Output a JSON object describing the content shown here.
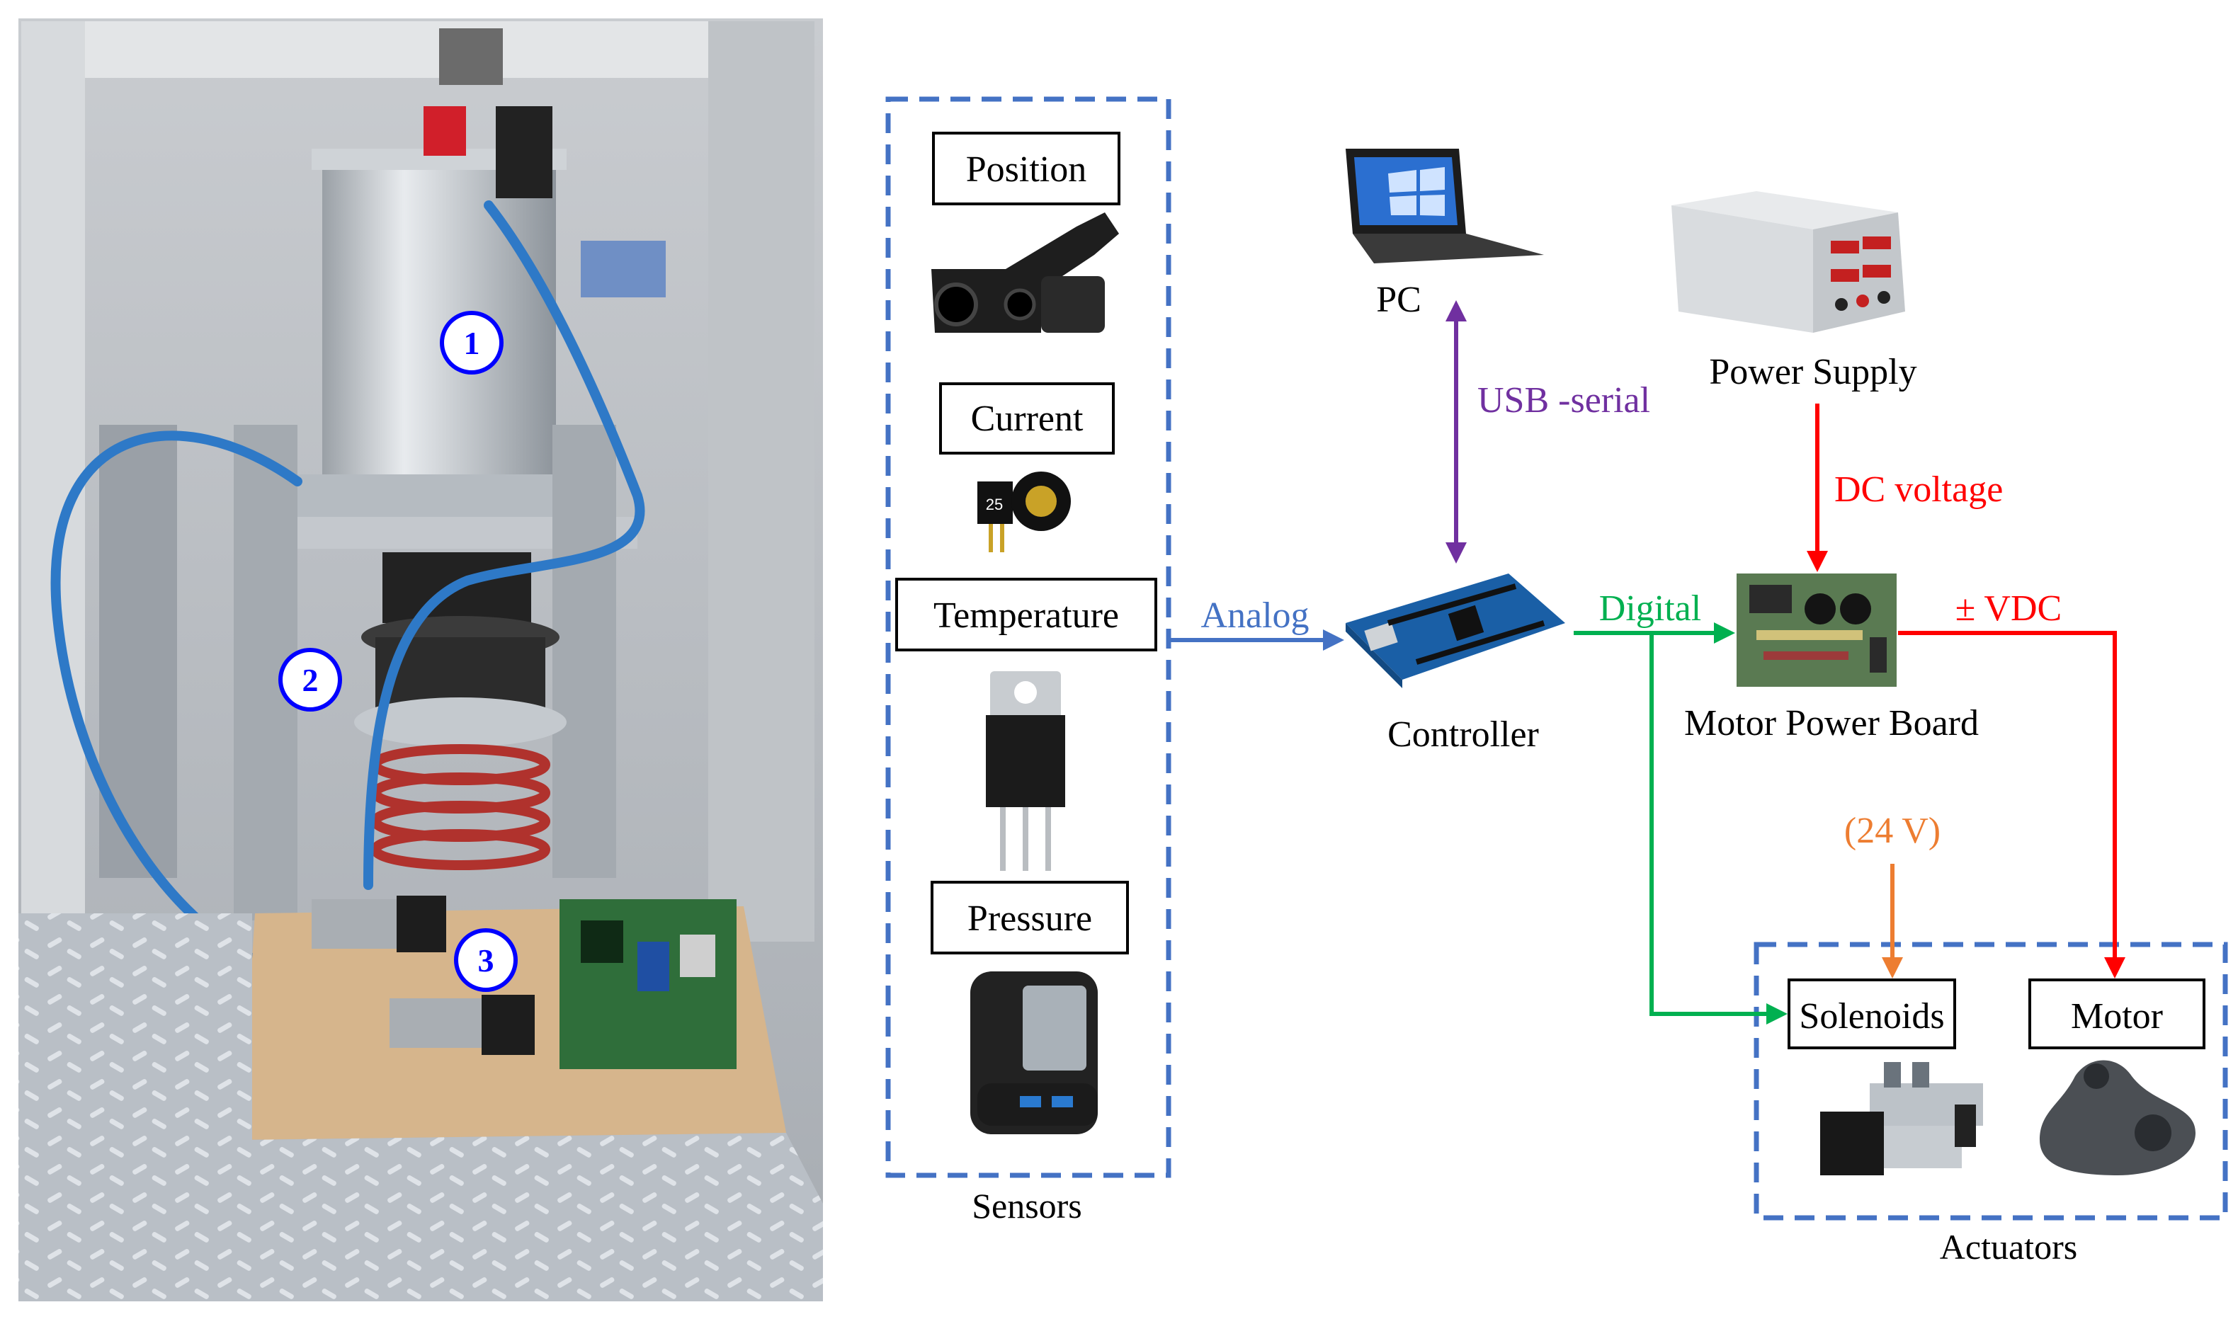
{
  "photo": {
    "markers": [
      "1",
      "2",
      "3"
    ]
  },
  "sensors": {
    "group_label": "Sensors",
    "items": [
      "Position",
      "Current",
      "Temperature",
      "Pressure"
    ],
    "current_sensor_marking": "25"
  },
  "blocks": {
    "pc": "PC",
    "power_supply": "Power Supply",
    "controller": "Controller",
    "motor_power_board": "Motor Power Board"
  },
  "signals": {
    "usb": "USB -serial",
    "dc": "DC voltage",
    "analog": "Analog",
    "digital": "Digital",
    "vdc": "± VDC",
    "v24": "(24 V)"
  },
  "actuators": {
    "group_label": "Actuators",
    "items": [
      "Solenoids",
      "Motor"
    ]
  },
  "colors": {
    "dashed_box": "#4472C4",
    "analog": "#4472C4",
    "usb": "#7030A0",
    "dc": "#FF0000",
    "vdc": "#FF0000",
    "digital": "#00B050",
    "v24": "#ED7D31",
    "marker": "#0000FF"
  }
}
